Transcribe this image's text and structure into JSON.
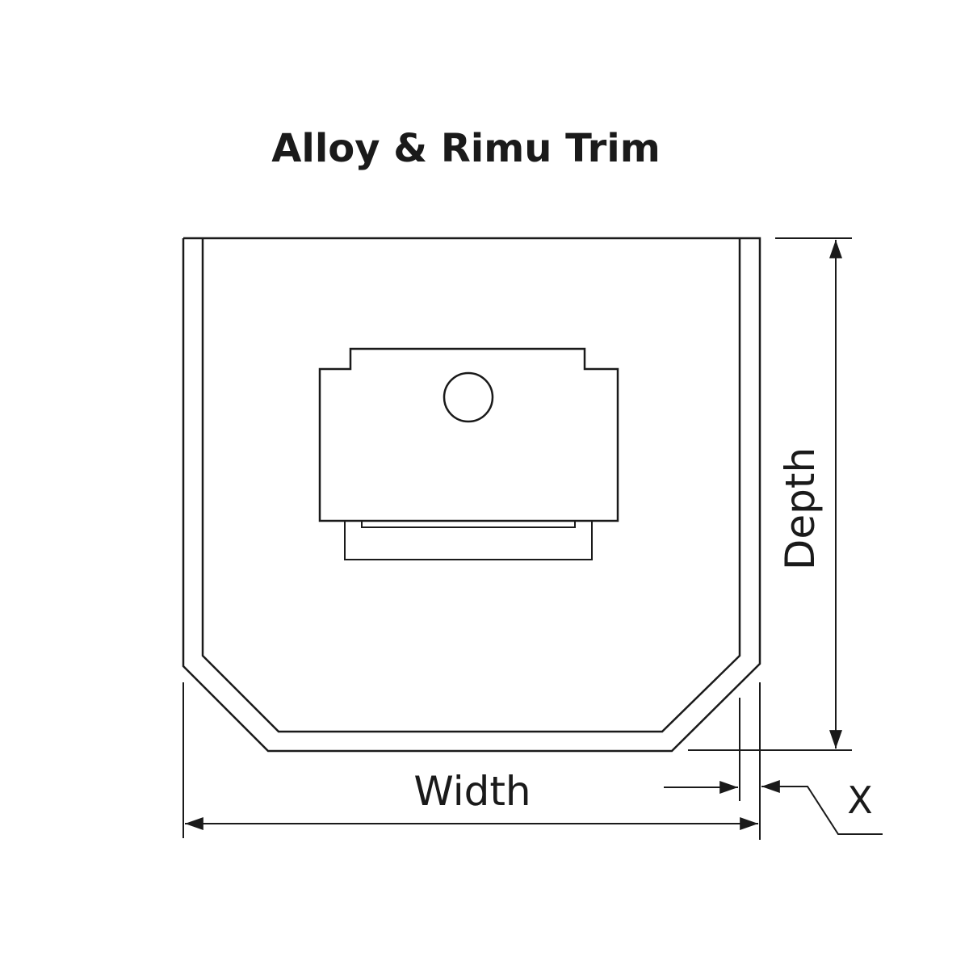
{
  "title": "Alloy & Rimu Trim",
  "labels": {
    "width": "Width",
    "depth": "Depth",
    "x": "X"
  },
  "colors": {
    "stroke": "#1a1a1a",
    "background": "#ffffff"
  }
}
